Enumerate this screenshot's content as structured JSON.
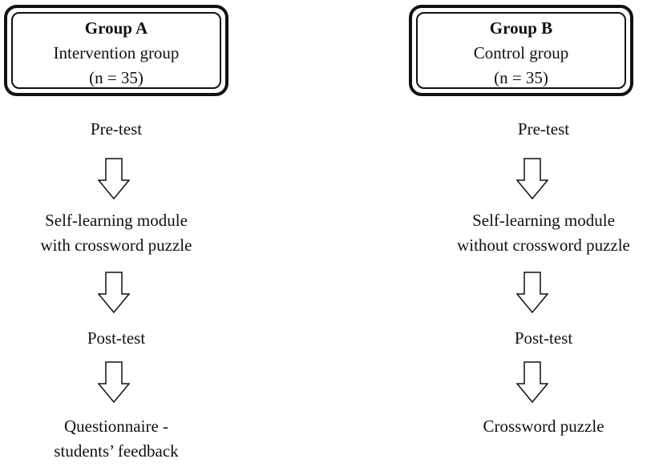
{
  "group_a": {
    "title": "Group A",
    "subtitle": "Intervention group",
    "n": "(n = 35)",
    "steps": {
      "pretest": "Pre-test",
      "module_line1": "Self-learning module",
      "module_line2": "with crossword puzzle",
      "posttest": "Post-test",
      "final_line1": "Questionnaire -",
      "final_line2": "students’ feedback"
    }
  },
  "group_b": {
    "title": "Group B",
    "subtitle": "Control group",
    "n": "(n = 35)",
    "steps": {
      "pretest": "Pre-test",
      "module_line1": "Self-learning module",
      "module_line2": "without crossword puzzle",
      "posttest": "Post-test",
      "final": "Crossword puzzle"
    }
  },
  "icons": {
    "flow_arrow": "down-arrow-icon"
  }
}
